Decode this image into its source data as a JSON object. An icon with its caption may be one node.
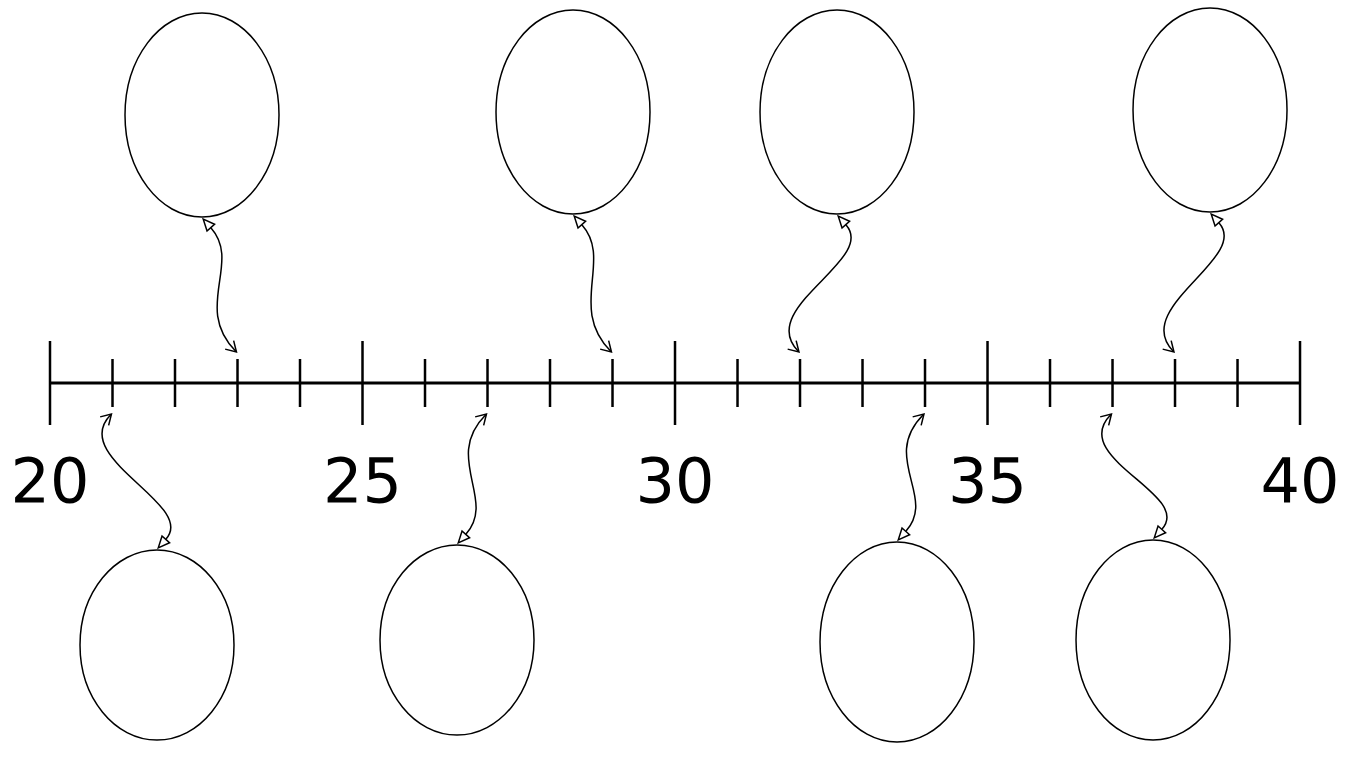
{
  "diagram": {
    "nodes": [
      {
        "text": [],
        "shape": "circle"
      },
      {
        "text": [],
        "shape": "circle"
      },
      {
        "text": [],
        "shape": "circle"
      },
      {
        "text": [],
        "shape": "circle"
      },
      {
        "text": [],
        "shape": "circle"
      },
      {
        "text": [],
        "shape": "circle"
      },
      {
        "text": [],
        "shape": "circle"
      },
      {
        "text": [],
        "shape": "circle"
      }
    ],
    "edges": [
      {
        "from": null,
        "to": 0,
        "arrow": "both"
      },
      {
        "from": null,
        "to": 1,
        "arrow": "both"
      },
      {
        "from": null,
        "to": 2,
        "arrow": "both"
      },
      {
        "from": null,
        "to": 3,
        "arrow": "both"
      },
      {
        "from": null,
        "to": 4,
        "arrow": "both"
      },
      {
        "from": null,
        "to": 5,
        "arrow": "both"
      },
      {
        "from": null,
        "to": 6,
        "arrow": "both"
      },
      {
        "from": null,
        "to": 7,
        "arrow": "both"
      }
    ],
    "labels": [
      "20",
      "25",
      "30",
      "35",
      "40"
    ]
  }
}
